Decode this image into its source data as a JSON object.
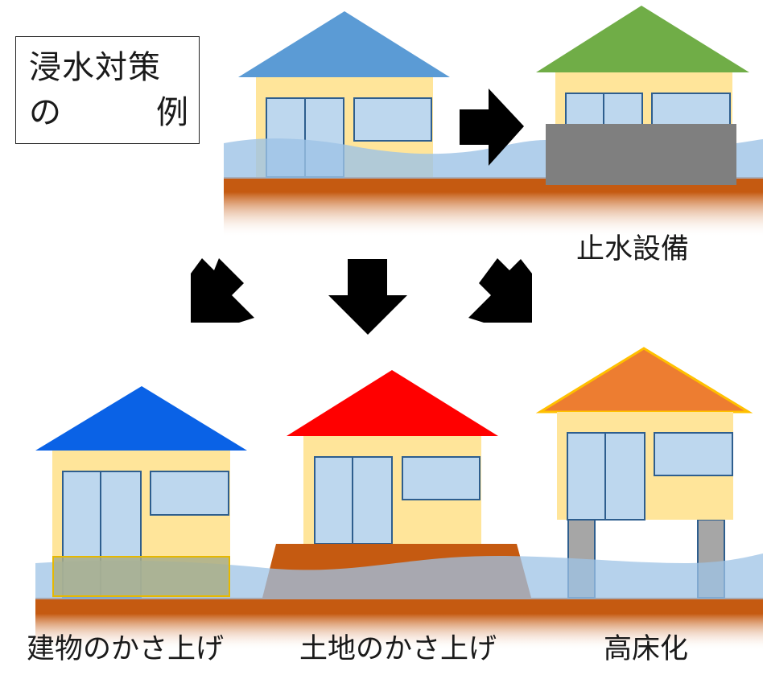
{
  "title": {
    "line1": "浸水対策",
    "line2_left": "の",
    "line2_right": "例"
  },
  "labels": {
    "water_barrier": "止水設備",
    "raise_building": "建物のかさ上げ",
    "raise_land": "土地のかさ上げ",
    "elevated_floor": "高床化"
  },
  "colors": {
    "wall": "#FFE59A",
    "window": "#BDD7EE",
    "window_border": "#2E5E8E",
    "water": "#9DC3E6",
    "ground": "#C55A11",
    "roof_top_left": "#5B9BD5",
    "roof_top_right": "#70AD47",
    "roof_bottom_left": "#0A62E6",
    "roof_bottom_mid": "#FF0000",
    "roof_bottom_right": "#ED7D31",
    "barrier": "#7F7F7F",
    "pillar": "#A6A6A6",
    "arrow": "#000000"
  }
}
